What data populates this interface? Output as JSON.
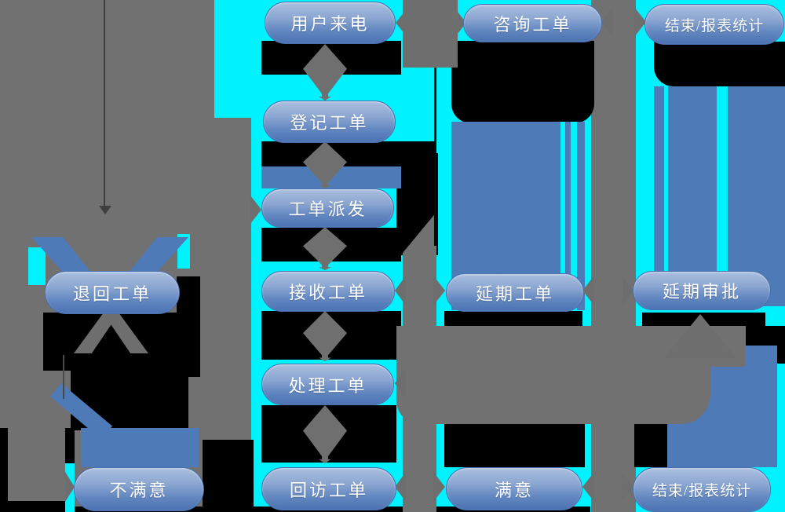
{
  "diagram": {
    "type": "flowchart",
    "language": "zh",
    "nodes": [
      {
        "id": "user-call",
        "label": "用户来电"
      },
      {
        "id": "consult-ticket",
        "label": "咨询工单"
      },
      {
        "id": "end-report-top",
        "label": "结束/报表统计"
      },
      {
        "id": "register-ticket",
        "label": "登记工单"
      },
      {
        "id": "dispatch-ticket",
        "label": "工单派发"
      },
      {
        "id": "return-ticket",
        "label": "退回工单"
      },
      {
        "id": "receive-ticket",
        "label": "接收工单"
      },
      {
        "id": "delay-ticket",
        "label": "延期工单"
      },
      {
        "id": "delay-approval",
        "label": "延期审批"
      },
      {
        "id": "process-ticket",
        "label": "处理工单"
      },
      {
        "id": "unsatisfied",
        "label": "不满意"
      },
      {
        "id": "revisit-ticket",
        "label": "回访工单"
      },
      {
        "id": "satisfied",
        "label": "满意"
      },
      {
        "id": "end-report-bottom",
        "label": "结束/报表统计"
      }
    ],
    "colors": {
      "background_cyan": "#00F2FF",
      "background_gray": "#717171",
      "shadow_black": "#000000",
      "connector_blue": "#4E7BB7",
      "node_gradient_top": "#AABFDF",
      "node_gradient_bottom": "#4B72B2",
      "node_border": "#4A6FAE",
      "node_text": "#FFFFFF",
      "arrow_gray": "#6E6E6E"
    }
  }
}
